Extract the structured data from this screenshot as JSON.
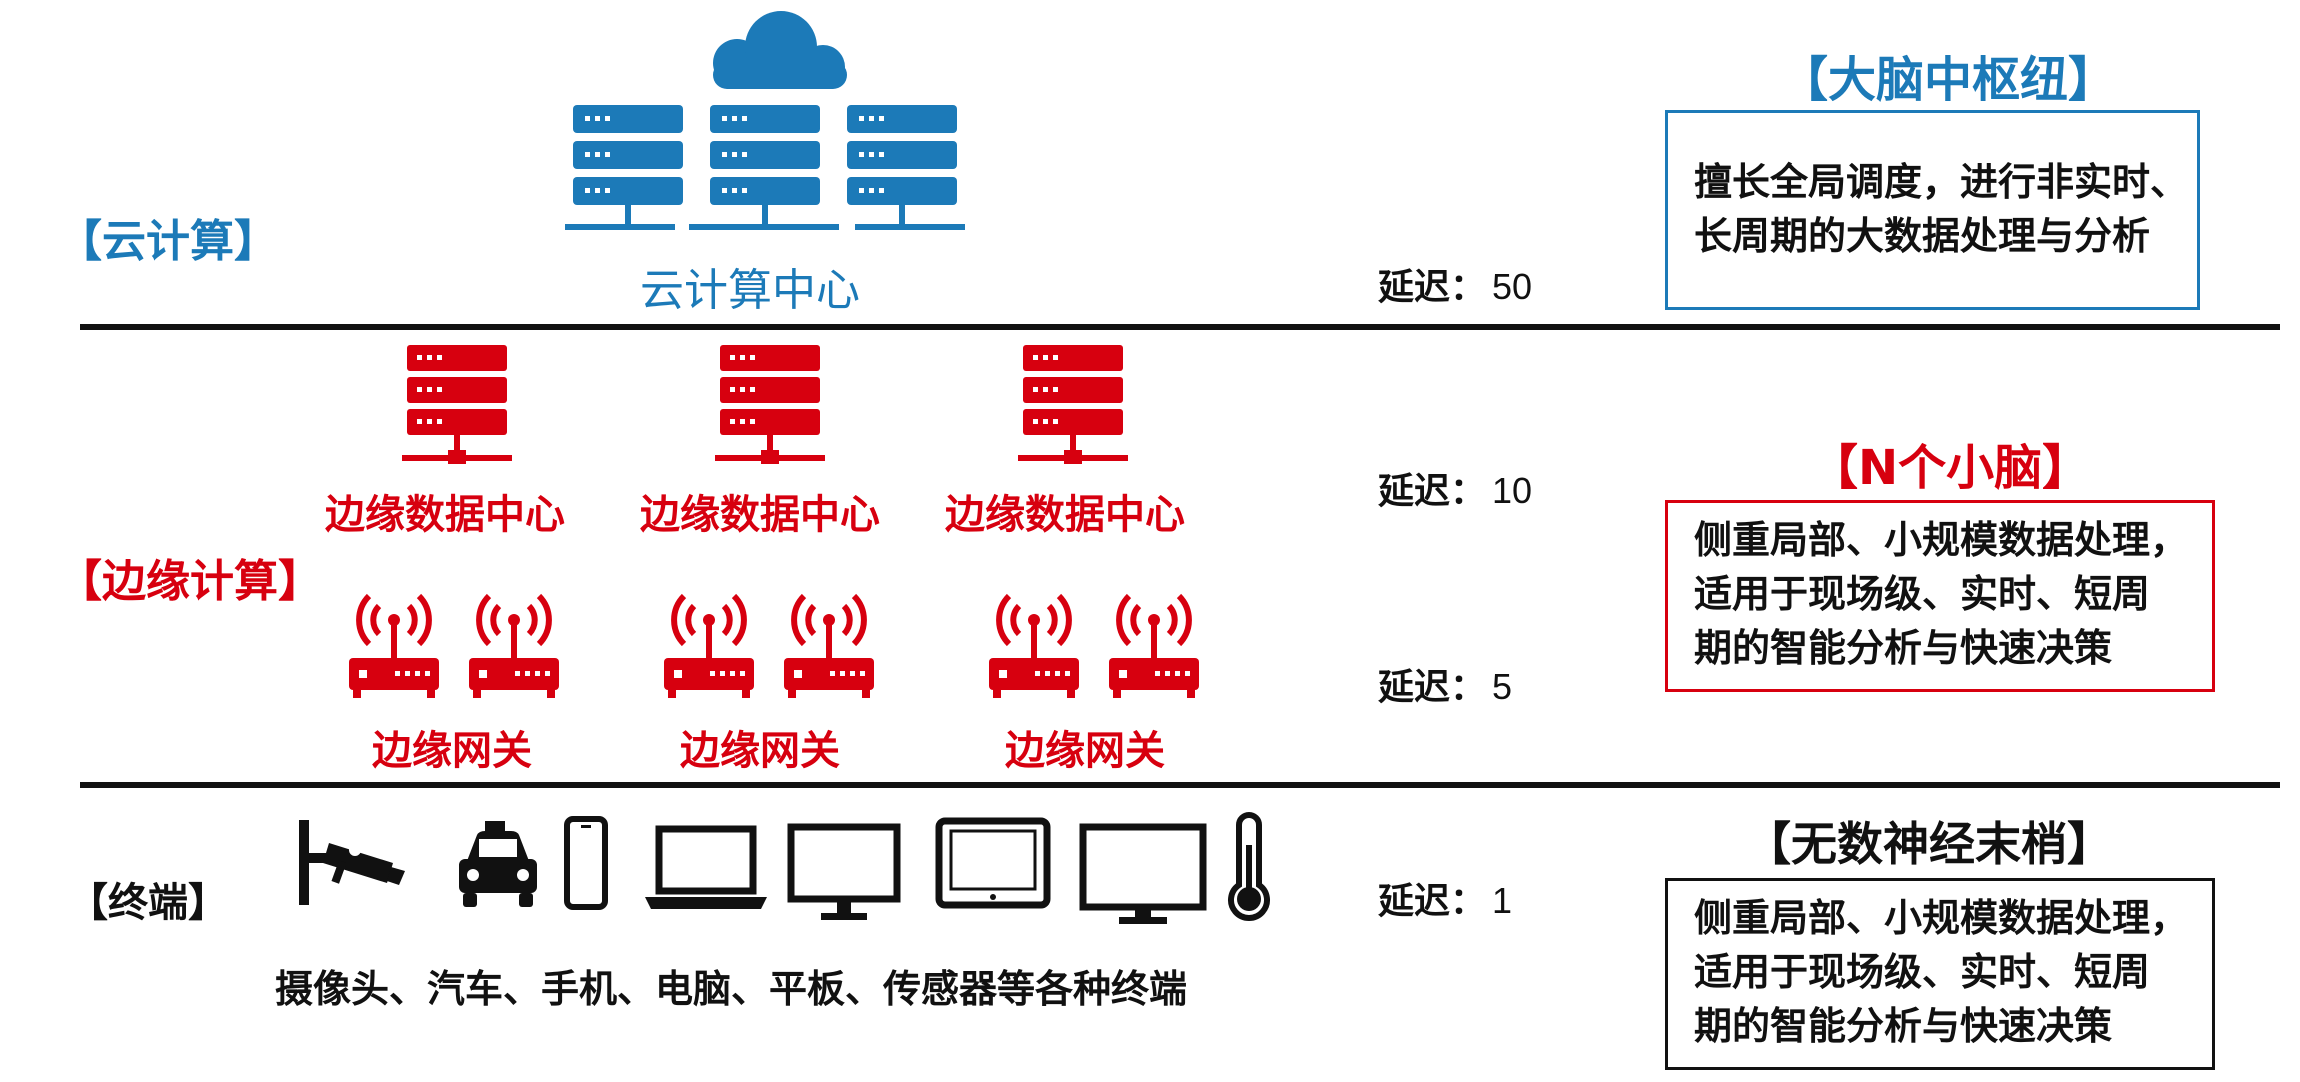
{
  "colors": {
    "cloud": "#1c7ab8",
    "edge": "#d7000f",
    "terminal": "#111111"
  },
  "tiers": {
    "cloud": {
      "label": "【云计算】",
      "caption": "云计算中心",
      "latency_label": "延迟：",
      "latency_value": "50",
      "role_title": "【大脑中枢纽】",
      "desc_lines": [
        "擅长全局调度，进行非实时、",
        "长周期的大数据处理与分析"
      ]
    },
    "edge": {
      "label": "【边缘计算】",
      "datacenter_caption": "边缘数据中心",
      "gateway_caption": "边缘网关",
      "datacenter_latency_label": "延迟：",
      "datacenter_latency_value": "10",
      "gateway_latency_label": "延迟：",
      "gateway_latency_value": "5",
      "role_title": "【N个小脑】",
      "desc_lines": [
        "侧重局部、小规模数据处理，",
        "适用于现场级、实时、短周",
        "期的智能分析与快速决策"
      ]
    },
    "terminal": {
      "label": "【终端】",
      "caption": "摄像头、汽车、手机、电脑、平板、传感器等各种终端",
      "latency_label": "延迟：",
      "latency_value": "1",
      "role_title": "【无数神经末梢】",
      "desc_lines": [
        "侧重局部、小规模数据处理，",
        "适用于现场级、实时、短周",
        "期的智能分析与快速决策"
      ],
      "icons": [
        "camera-icon",
        "car-icon",
        "phone-icon",
        "laptop-icon",
        "monitor-icon",
        "tablet-icon",
        "tv-icon",
        "thermometer-icon"
      ]
    }
  }
}
